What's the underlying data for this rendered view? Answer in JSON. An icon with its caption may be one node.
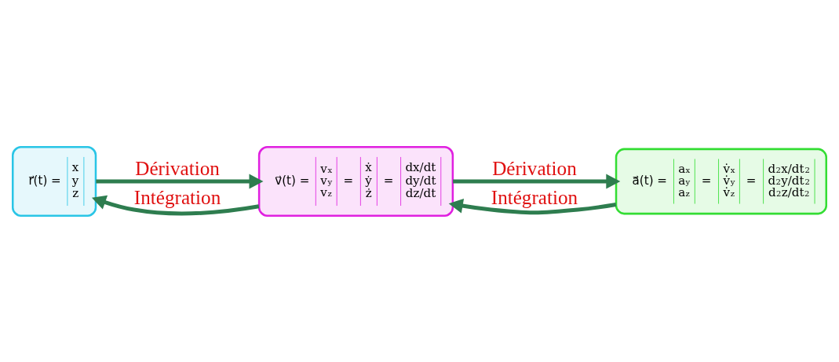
{
  "diagram": {
    "nodes": [
      {
        "text": [
          "r⃗(t) =",
          "x y z"
        ]
      },
      {
        "text": [
          "v⃗(t) =",
          "v$_{x}$ v$_{y}$ v$_{z}$",
          "=",
          "ẋ ẏ ż",
          "=",
          "dx/dt dy/dt dz/dt"
        ]
      },
      {
        "text": [
          "a⃗(t) =",
          "a$_{x}$ a$_{y}$ a$_{z}$",
          "=",
          "v̇$_{x}$ v̇$_{y}$ v̇$_{z}$",
          "=",
          "d$^{2}$x/dt$^{2}$ d$^{2}$y/dt$^{2}$ d$^{2}$z/dt$^{2}$"
        ]
      }
    ],
    "edges": [
      {
        "from": 0,
        "to": 1,
        "arrow": "to",
        "label": "Dérivation"
      },
      {
        "from": 1,
        "to": 2,
        "arrow": "to",
        "label": "Dérivation"
      },
      {
        "from": 2,
        "to": 1,
        "arrow": "to",
        "label": "Intégration"
      },
      {
        "from": 1,
        "to": 0,
        "arrow": "to",
        "label": "Intégration"
      }
    ]
  }
}
